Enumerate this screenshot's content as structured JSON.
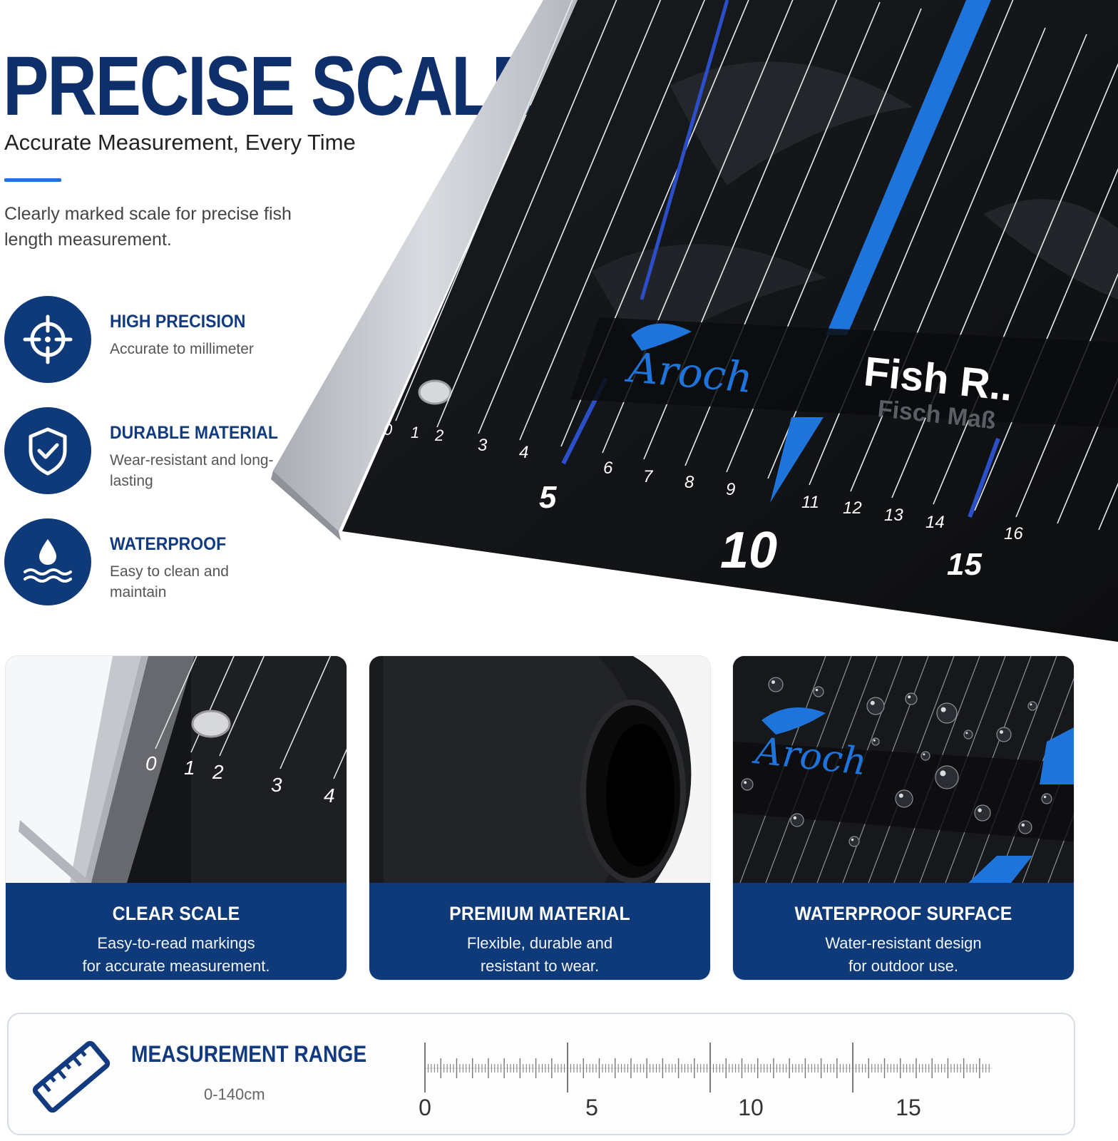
{
  "hero": {
    "title": "PRECISE SCALE",
    "subtitle": "Accurate Measurement, Every Time",
    "description": "Clearly marked scale for precise fish length measurement."
  },
  "features": [
    {
      "icon": "crosshair-icon",
      "title": "HIGH PRECISION",
      "desc": "Accurate to millimeter"
    },
    {
      "icon": "shield-check-icon",
      "title": "DURABLE MATERIAL",
      "desc": "Wear-resistant and long-lasting"
    },
    {
      "icon": "water-drop-waves-icon",
      "title": "WATERPROOF",
      "desc": "Easy to clean and maintain"
    }
  ],
  "product": {
    "brand": "Aroch",
    "label": "Fish R..",
    "label_sub": "Fisch Maß",
    "scale_small": [
      "0",
      "1",
      "2",
      "3",
      "4",
      "6",
      "7",
      "8",
      "9",
      "11",
      "12",
      "13",
      "14",
      "16"
    ],
    "scale_major": [
      "5",
      "10",
      "15"
    ]
  },
  "cards": [
    {
      "title": "CLEAR SCALE",
      "desc_line1": "Easy-to-read markings",
      "desc_line2": "for accurate measurement.",
      "scale_labels": [
        "0",
        "1",
        "2",
        "3",
        "4"
      ]
    },
    {
      "title": "PREMIUM MATERIAL",
      "desc_line1": "Flexible, durable and",
      "desc_line2": "resistant to wear."
    },
    {
      "title": "WATERPROOF SURFACE",
      "desc_line1": "Water-resistant design",
      "desc_line2": "for outdoor use.",
      "brand": "Aroch"
    }
  ],
  "range": {
    "title": "MEASUREMENT RANGE",
    "value": "0-140cm",
    "icon": "ruler-icon",
    "scale_labels": [
      "0",
      "5",
      "10",
      "15"
    ]
  },
  "colors": {
    "navy": "#0f3a7a",
    "accent_blue": "#1e74db",
    "mat_black": "#121316",
    "rail_silver": "#c9ccd1"
  }
}
